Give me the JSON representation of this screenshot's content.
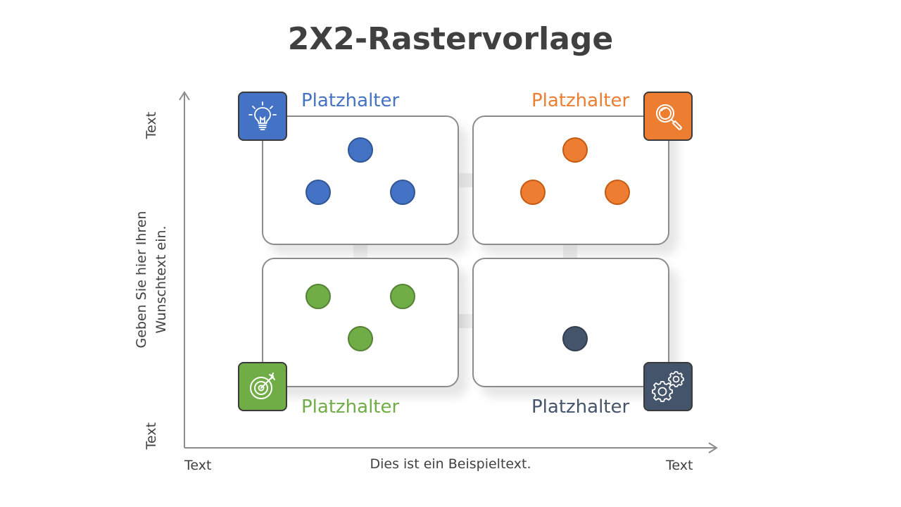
{
  "title": "2X2-Rastervorlage",
  "quadrants": [
    {
      "id": "top-left",
      "label": "Platzhalter",
      "color": "#4472c4",
      "icon": "lightbulb-icon",
      "dots": 3
    },
    {
      "id": "top-right",
      "label": "Platzhalter",
      "color": "#ed7d31",
      "icon": "magnifier-icon",
      "dots": 3
    },
    {
      "id": "bottom-left",
      "label": "Platzhalter",
      "color": "#70ad47",
      "icon": "target-icon",
      "dots": 3
    },
    {
      "id": "bottom-right",
      "label": "Platzhalter",
      "color": "#44546a",
      "icon": "gears-icon",
      "dots": 1
    }
  ],
  "axes": {
    "y_top_label": "Text",
    "y_bottom_label": "Text",
    "y_title_line1": "Geben Sie hier Ihren",
    "y_title_line2": "Wunschtext ein.",
    "x_left_label": "Text",
    "x_right_label": "Text",
    "x_title": "Dies ist ein Beispieltext."
  },
  "colors": {
    "blue": "#4472c4",
    "orange": "#ed7d31",
    "green": "#70ad47",
    "navy": "#44546a",
    "box_border": "#8c8c8c",
    "text": "#404040"
  }
}
